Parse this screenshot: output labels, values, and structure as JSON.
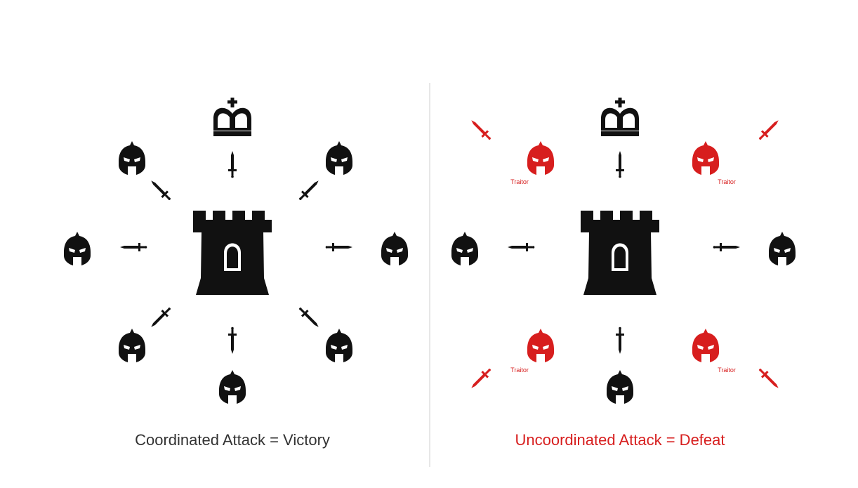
{
  "colors": {
    "loyal": "#111111",
    "traitor": "#d71e1e",
    "divider": "#cfcfcf",
    "window": "#ffffff"
  },
  "left_panel": {
    "caption": "Coordinated Attack = Victory",
    "caption_color": "#333333",
    "king_icon": "crown-icon",
    "castle_icon": "castle-tower-icon",
    "general_icon": "knight-helmet-icon",
    "attack_icon": "sword-icon"
  },
  "right_panel": {
    "caption": "Uncoordinated Attack = Defeat",
    "caption_color": "#d71e1e",
    "traitor_label": "Traitor",
    "king_icon": "crown-icon",
    "castle_icon": "castle-tower-icon",
    "general_icon": "knight-helmet-icon",
    "attack_icon": "sword-icon"
  }
}
